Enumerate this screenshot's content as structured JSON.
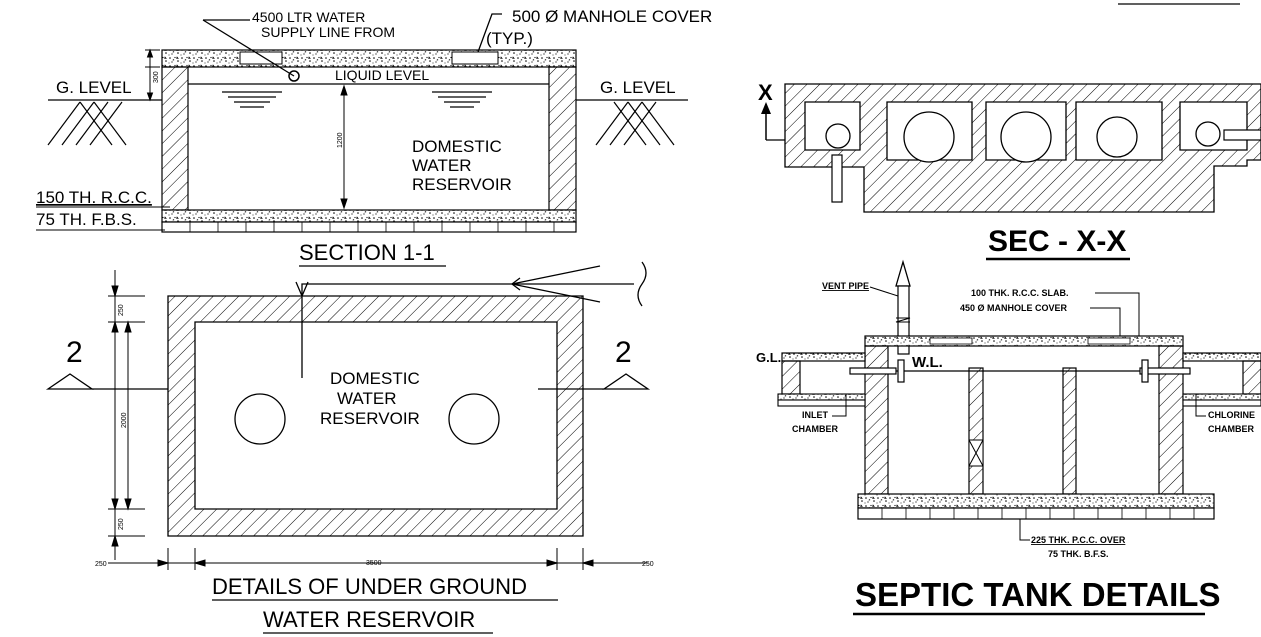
{
  "section_1": {
    "callout_water_supply_1": "4500 LTR WATER",
    "callout_water_supply_2": "SUPPLY LINE FROM",
    "callout_manhole_1": "500 Ø MANHOLE COVER",
    "callout_manhole_2": "(TYP.)",
    "ground_left": "G. LEVEL",
    "ground_right": "G. LEVEL",
    "liquid_level": "LIQUID LEVEL",
    "tank_name_1": "DOMESTIC",
    "tank_name_2": "WATER",
    "tank_name_3": "RESERVOIR",
    "dim_slab": "300",
    "dim_depth": "1200",
    "rcc": "150 TH. R.C.C.",
    "fbs": "75 TH. F.B.S.",
    "title": "SECTION 1-1"
  },
  "plan": {
    "section_marker_left": "2",
    "section_marker_right": "2",
    "tank_name_1": "DOMESTIC",
    "tank_name_2": "WATER",
    "tank_name_3": "RESERVOIR",
    "dim_top": "250",
    "dim_height": "2000",
    "dim_bottom": "250",
    "dim_left": "250",
    "dim_length": "3500",
    "dim_right": "250",
    "title_1": "DETAILS OF UNDER GROUND",
    "title_2": "WATER RESERVOIR"
  },
  "sec_xx": {
    "marker": "X",
    "title": "SEC - X-X"
  },
  "septic": {
    "vent_pipe": "VENT PIPE",
    "slab_note": "100 THK. R.C.C. SLAB.",
    "manhole_note": "450 Ø MANHOLE COVER",
    "gl": "G.L.",
    "wl": "W.L.",
    "inlet_1": "INLET",
    "inlet_2": "CHAMBER",
    "chlorine_1": "CHLORINE",
    "chlorine_2": "CHAMBER",
    "pcc_1": "225 THK. P.C.C. OVER",
    "pcc_2": "75 THK. B.F.S.",
    "title": "SEPTIC TANK DETAILS"
  }
}
